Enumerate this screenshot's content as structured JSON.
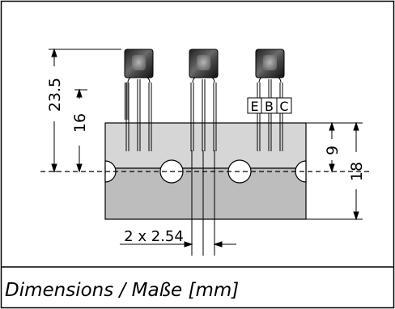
{
  "caption": "Dimensions / Maße [mm]",
  "dimensions": {
    "overall_height": "23.5",
    "lead_length": "16",
    "hole_offset": "9",
    "tape_width": "18",
    "pitch": "2 x 2.54"
  },
  "pin_labels": [
    "E",
    "B",
    "C"
  ],
  "colors": {
    "frame": "#000000",
    "tape": "#c8c8c8",
    "tape_top": "#d8d8d8",
    "component_body": "#2a2a2a",
    "component_highlight": "#bdbdbd"
  }
}
